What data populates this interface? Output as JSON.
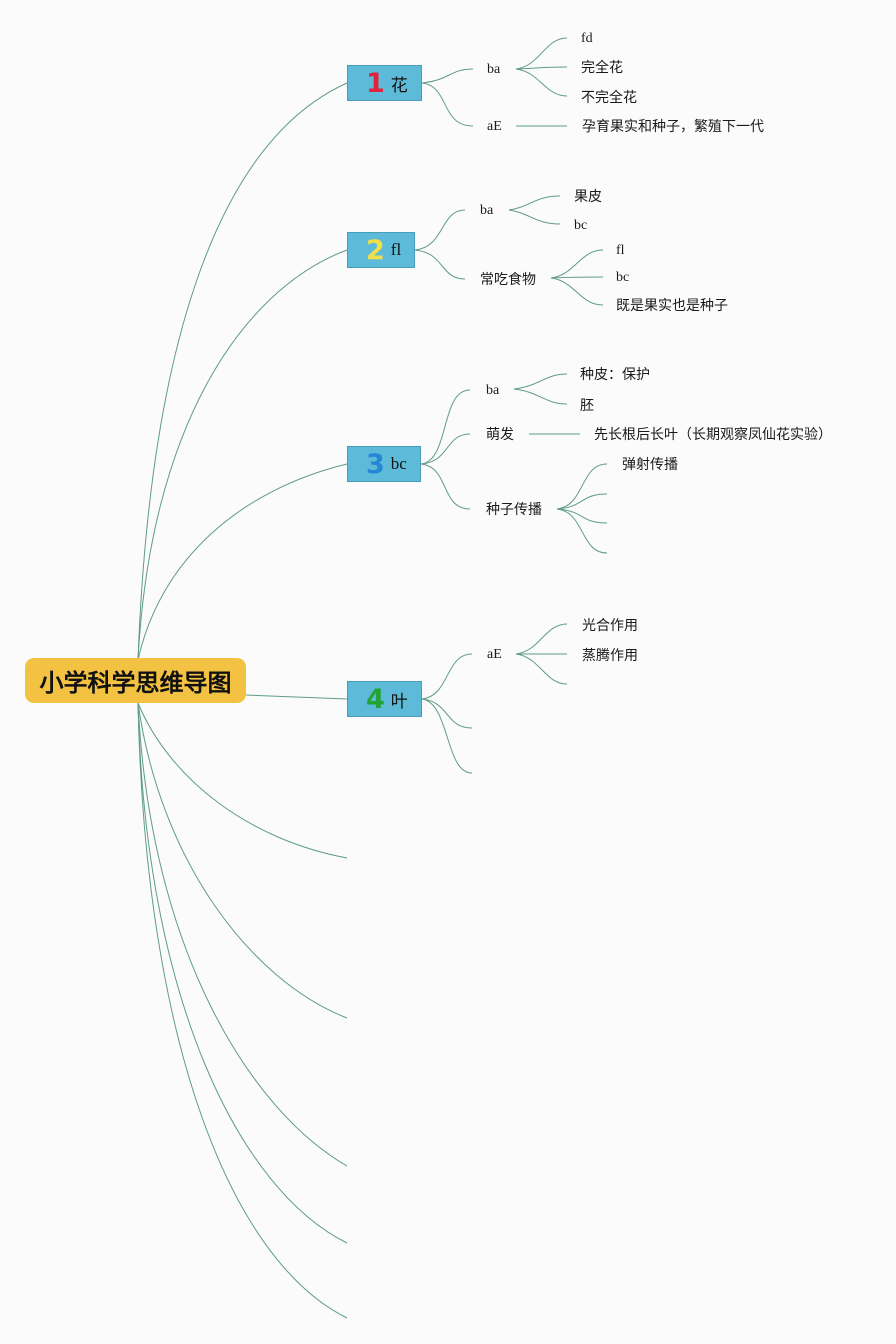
{
  "colors": {
    "root": "#f4c242",
    "branch": "#5dbbd9",
    "line": "#5f9c86",
    "num1": "#e0233a",
    "num2": "#f1e04a",
    "num3": "#2585d6",
    "num4": "#23a236"
  },
  "root": {
    "title": "小学科学思维导图"
  },
  "branches": [
    {
      "num": "1",
      "title": "花",
      "children": [
        {
          "label": "ba",
          "children": [
            "fd",
            "完全花",
            "不完全花"
          ]
        },
        {
          "label": "aE",
          "children": [
            "孕育果实和种子，繁殖下一代"
          ]
        }
      ]
    },
    {
      "num": "2",
      "title": "fl",
      "children": [
        {
          "label": "ba",
          "children": [
            "果皮",
            "bc"
          ]
        },
        {
          "label": "常吃食物",
          "children": [
            "fl",
            "bc",
            "既是果实也是种子"
          ]
        }
      ]
    },
    {
      "num": "3",
      "title": "bc",
      "children": [
        {
          "label": "ba",
          "children": [
            "种皮：保护",
            "胚"
          ]
        },
        {
          "label": "萌发",
          "children": [
            "先长根后长叶（长期观察凤仙花实验）"
          ]
        },
        {
          "label": "种子传播",
          "children": [
            "弹射传播"
          ]
        }
      ]
    },
    {
      "num": "4",
      "title": "叶",
      "children": [
        {
          "label": "aE",
          "children": [
            "光合作用",
            "蒸腾作用"
          ]
        }
      ]
    }
  ]
}
